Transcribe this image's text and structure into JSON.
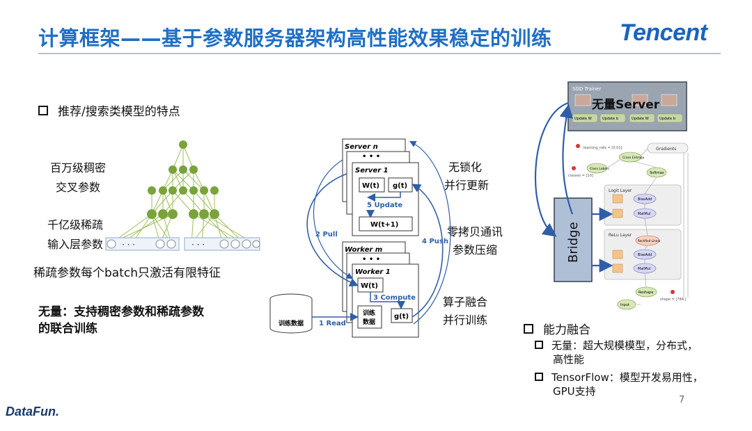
{
  "header": {
    "title": "计算框架——基于参数服务器架构高性能效果稳定的训练",
    "brand": "Tencent"
  },
  "left": {
    "bullet": "推荐/搜索类模型的特点",
    "dense_label_1": "百万级稠密",
    "dense_label_2": "交叉参数",
    "sparse_label_1": "千亿级稀疏",
    "sparse_label_2": "输入层参数",
    "ellipsis": "· · ·",
    "batch_note": "稀疏参数每个batch只激活有限特征",
    "wuliang_1": "无量：支持稠密参数和稀疏参数",
    "wuliang_2": "的联合训练"
  },
  "ps": {
    "server_n": "Server n",
    "server_1": "Server 1",
    "worker_m": "Worker m",
    "worker_1": "Worker 1",
    "dots": "• • •",
    "wt": "W(t)",
    "gt": "g(t)",
    "wt1": "W(t+1)",
    "update": "5 Update",
    "compute": "3 Compute",
    "pull": "2 Pull",
    "push": "4 Push",
    "read": "1 Read",
    "train_data": "训练数据",
    "train_data_box_1": "训练",
    "train_data_box_2": "数据",
    "note_lockfree_1": "无锁化",
    "note_lockfree_2": "并行更新",
    "note_zerocopy_1": "零拷贝通讯",
    "note_zerocopy_2": "参数压缩",
    "note_fusion_1": "算子融合",
    "note_fusion_2": "并行训练"
  },
  "right": {
    "sgd_trainer": "SGD Trainer",
    "server_label": "无量Server",
    "bridge": "Bridge",
    "gradients": "Gradients",
    "cross_entropy": "Cross Entropy",
    "class_labels": "Class Labels",
    "softmax": "Softmax",
    "logit_layer": "Logit Layer",
    "relu_layer": "ReLu Layer",
    "biasadd": "BiasAdd",
    "matmul": "MatMul",
    "rectified_linear": "Rectified Linear",
    "reshape": "Reshape",
    "input": "Input",
    "learning_rate": "learning_rate = [0.01]",
    "classes": "classes = [10]",
    "shape": "shape = [784,]",
    "update_w1": "Update W",
    "update_b1": "Update b",
    "bullet": "能力融合",
    "sub1_line1": "无量：超大规模模型，分布式，",
    "sub1_line2": "高性能",
    "sub2_line1": "TensorFlow：模型开发易用性，",
    "sub2_line2": "GPU支持"
  },
  "footer": {
    "logo": "DataFun.",
    "page": "7"
  },
  "colors": {
    "title_blue": "#1f6fc5",
    "node_green": "#7aa33a",
    "arrow_blue": "#2f5ea8",
    "bridge_fill": "#aebfd6"
  }
}
